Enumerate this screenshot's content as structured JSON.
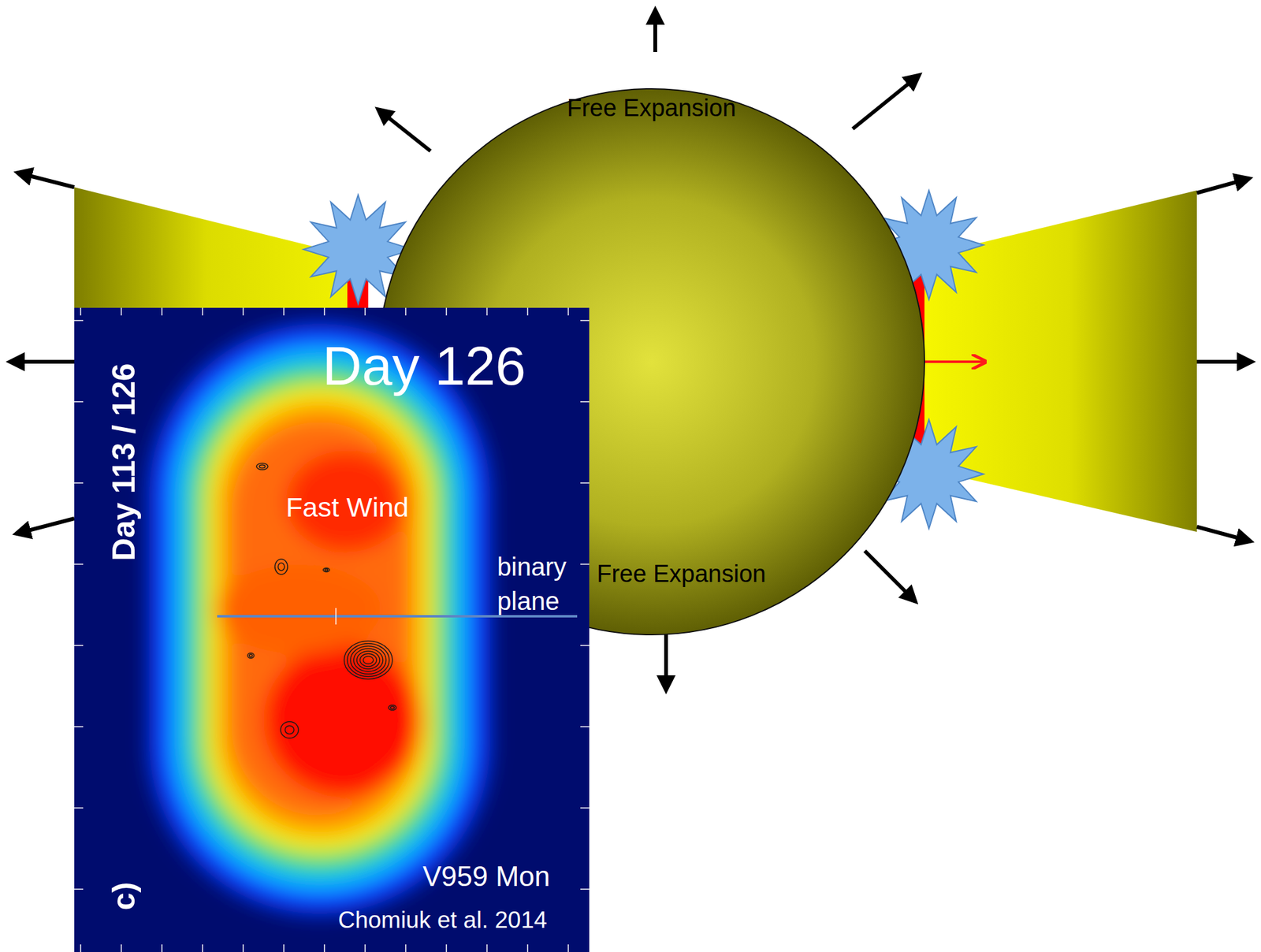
{
  "diagram": {
    "nodes": [
      {
        "text": [
          "Free Expansion",
          "Free Expansion"
        ]
      },
      {
        "text": [
          "Day 126",
          "Day 113 / 126",
          "c)",
          "Fast Wind",
          "binary plane",
          "V959 Mon",
          "Chomiuk et al. 2014"
        ]
      }
    ]
  }
}
